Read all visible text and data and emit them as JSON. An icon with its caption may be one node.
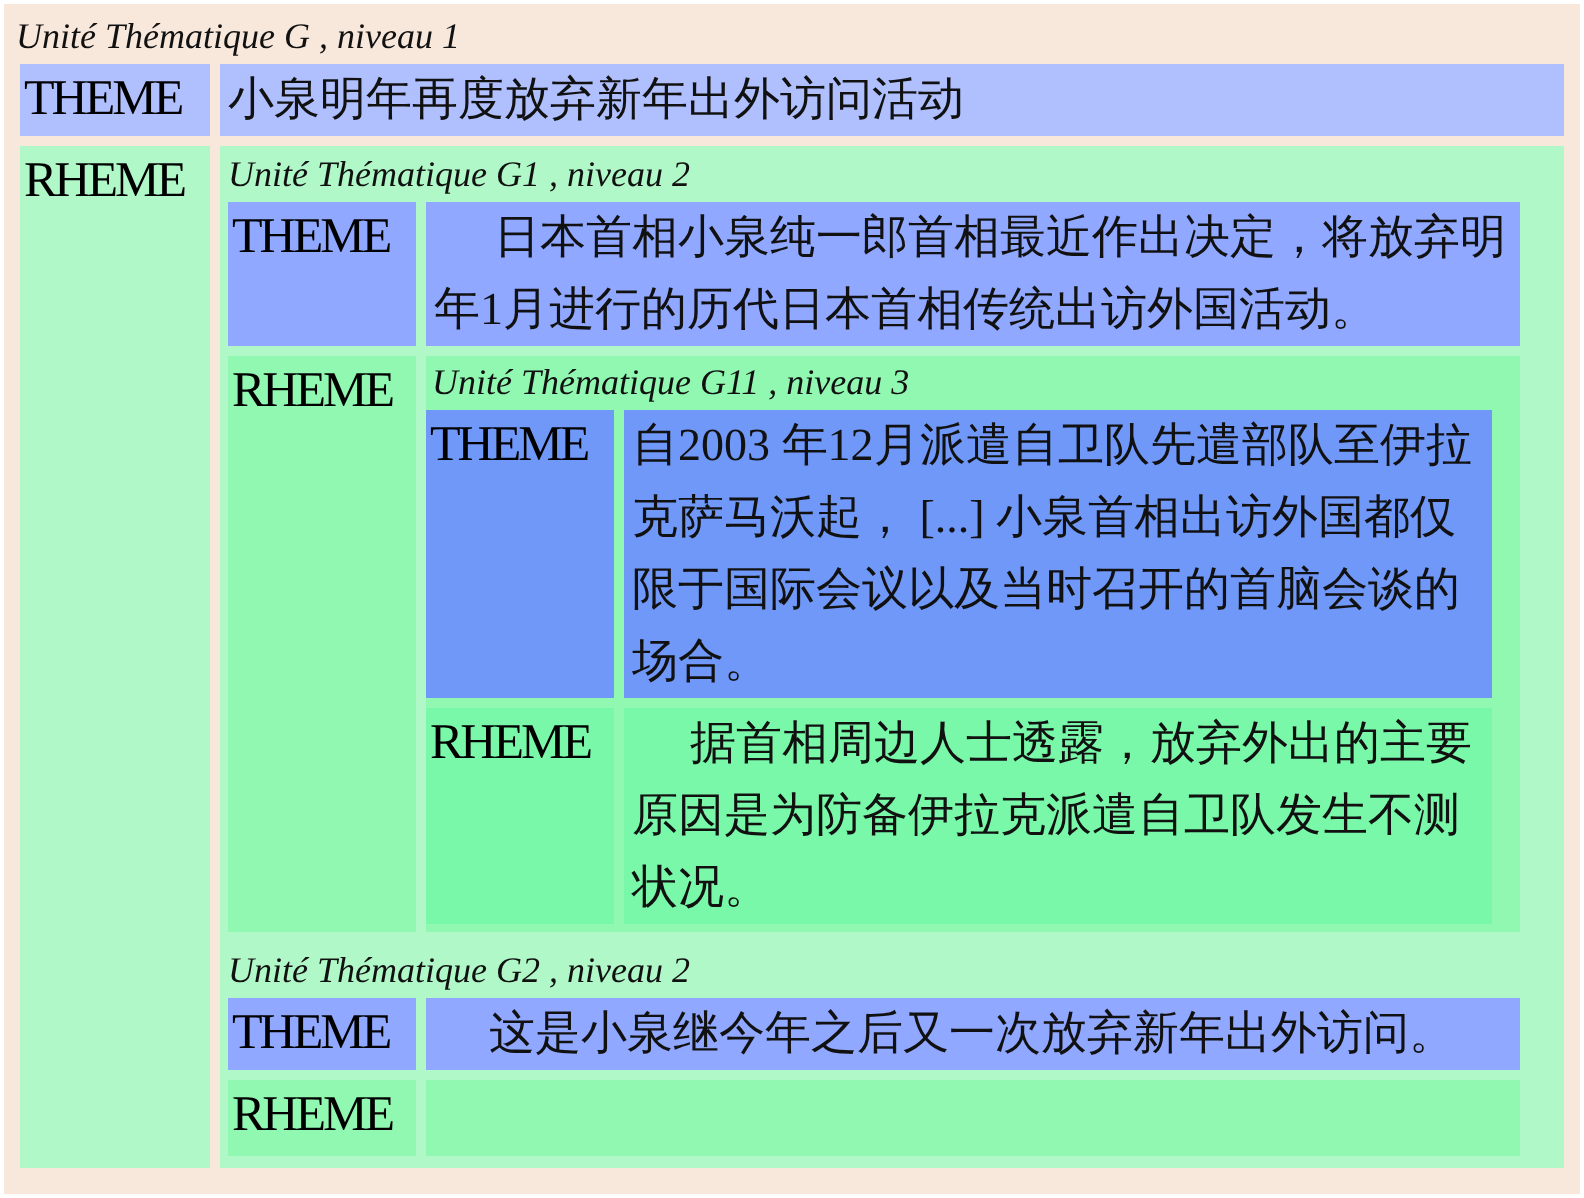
{
  "diagram": {
    "nodes": [
      {
        "text": [
          "Unité Thématique G , niveau 1"
        ]
      },
      {
        "text": [
          "THEME"
        ],
        "in": 0
      },
      {
        "text": [
          "小泉明年再度放弃新年出外访问活动"
        ],
        "in": 0
      },
      {
        "text": [
          "RHEME"
        ],
        "in": 0
      },
      {
        "text": [],
        "shape": "box",
        "in": 0
      },
      {
        "text": [
          "Unité Thématique G1 , niveau 2"
        ],
        "in": 4
      },
      {
        "text": [
          "THEME"
        ],
        "in": 5
      },
      {
        "text": [
          "日本首相小泉纯一郎首相最近作出决定，将放弃明年1月进行的历代日本首相传统出访外国活动。"
        ],
        "in": 5
      },
      {
        "text": [
          "RHEME"
        ],
        "in": 5
      },
      {
        "text": [
          "Unité Thématique G11 , niveau 3"
        ],
        "in": 5
      },
      {
        "text": [
          "THEME"
        ],
        "in": 9
      },
      {
        "text": [
          "自2003 年12月派遣自卫队先遣部队至伊拉克萨马沃起， [...] 小泉首相出访外国都仅限于国际会议以及当时召开的首脑会谈的场合。"
        ],
        "in": 9
      },
      {
        "text": [
          "RHEME"
        ],
        "in": 9
      },
      {
        "text": [
          "据首相周边人士透露，放弃外出的主要原因是为防备伊拉克派遣自卫队发生不测状况。"
        ],
        "in": 9
      },
      {
        "text": [
          "Unité Thématique G2 , niveau 2"
        ],
        "in": 4
      },
      {
        "text": [
          "THEME"
        ],
        "in": 14
      },
      {
        "text": [
          "这是小泉继今年之后又一次放弃新年出外访问。"
        ],
        "in": 14
      },
      {
        "text": [
          "RHEME"
        ],
        "in": 14
      },
      {
        "text": [],
        "shape": "box",
        "in": 14
      }
    ]
  }
}
